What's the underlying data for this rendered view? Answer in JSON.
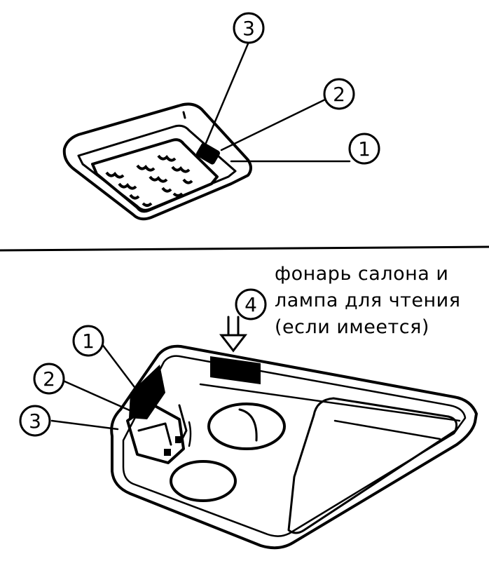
{
  "callouts": {
    "top": [
      "3",
      "2",
      "1"
    ],
    "bottom": [
      "1",
      "2",
      "3",
      "4"
    ]
  },
  "caption": {
    "line1": "фонарь салона и",
    "line2": "лампа для чтения",
    "line3": "(если имеется)"
  }
}
